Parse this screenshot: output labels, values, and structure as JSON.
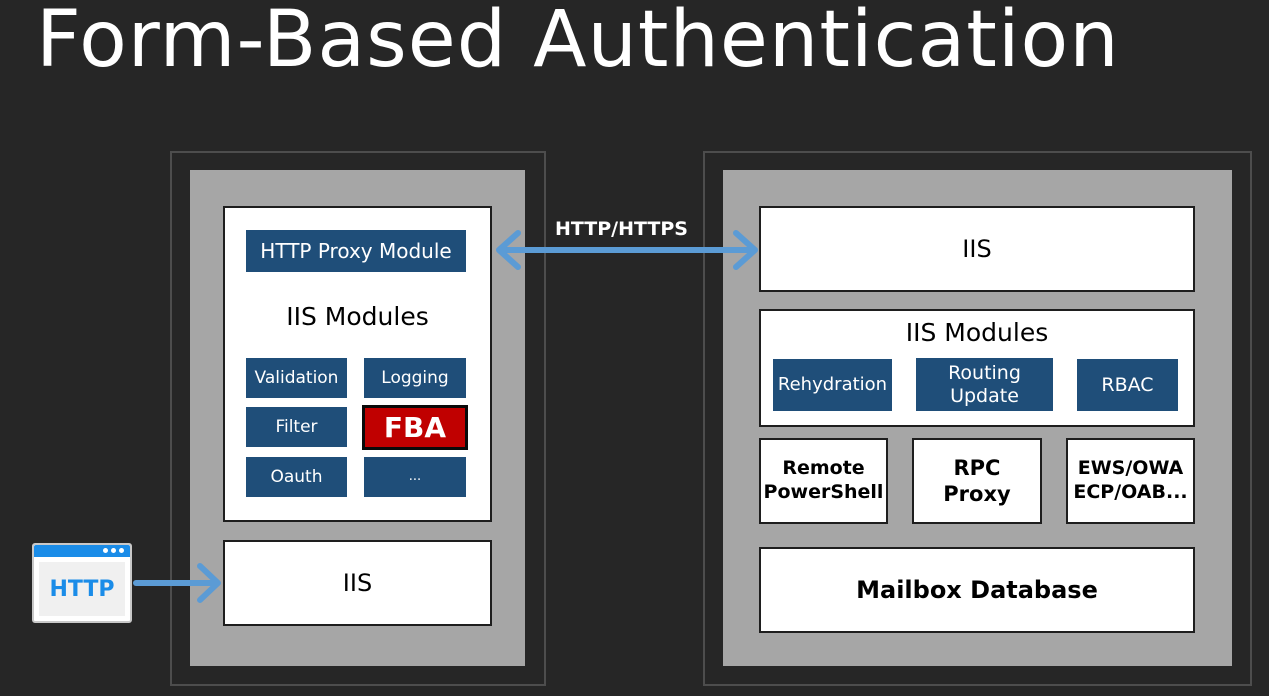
{
  "title": "Form-Based Authentication",
  "left_server": {
    "iis_modules_box": {
      "proxy_module": "HTTP Proxy Module",
      "heading": "IIS Modules",
      "modules": {
        "validation": "Validation",
        "logging": "Logging",
        "filter": "Filter",
        "fba": "FBA",
        "oauth": "Oauth",
        "more": "..."
      }
    },
    "iis": "IIS"
  },
  "connection_label": "HTTP/HTTPS",
  "client_label": "HTTP",
  "right_server": {
    "iis": "IIS",
    "iis_modules_box": {
      "heading": "IIS Modules",
      "modules": {
        "rehydration": "Rehydration",
        "routing_update_line1": "Routing",
        "routing_update_line2": "Update",
        "rbac": "RBAC"
      }
    },
    "remote_powershell_line1": "Remote",
    "remote_powershell_line2": "PowerShell",
    "rpc_proxy_line1": "RPC",
    "rpc_proxy_line2": "Proxy",
    "ews_line1": "EWS/OWA",
    "ews_line2": "ECP/OAB...",
    "mailbox_database": "Mailbox Database"
  },
  "colors": {
    "background": "#262626",
    "server_fill": "#a6a6a6",
    "module_blue": "#1f4e79",
    "fba_red": "#c00000",
    "arrow": "#5b9bd5"
  }
}
